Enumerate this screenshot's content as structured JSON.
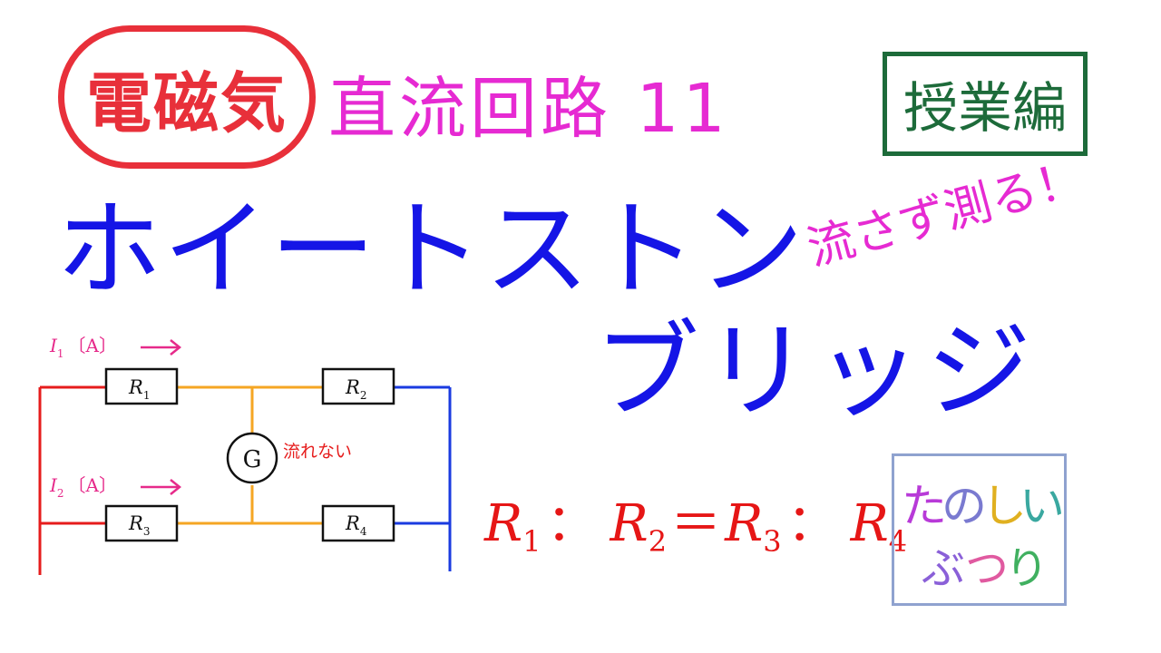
{
  "category": "電磁気",
  "series_title": "直流回路 11",
  "edition": "授業編",
  "main_title": {
    "line1": "ホイートストン",
    "line2": "ブリッジ"
  },
  "catchphrase": "流さず測る！",
  "circuit": {
    "resistors": [
      "R",
      "R",
      "R",
      "R"
    ],
    "resistor_subs": [
      "1",
      "2",
      "3",
      "4"
    ],
    "current_1": {
      "symbol": "I",
      "sub": "1",
      "unit": "〔A〕"
    },
    "current_2": {
      "symbol": "I",
      "sub": "2",
      "unit": "〔A〕"
    },
    "galvanometer": "G",
    "galvanometer_note": "流れない"
  },
  "formula": {
    "terms": [
      "R",
      "R",
      "R",
      "R"
    ],
    "subs": [
      "1",
      "2",
      "3",
      "4"
    ],
    "colon": "：",
    "equals": "＝"
  },
  "logo": {
    "line1": [
      "た",
      "の",
      "し",
      "い"
    ],
    "line2": [
      "ぶ",
      "つ",
      "り"
    ]
  },
  "colors": {
    "red": "#e8303a",
    "magenta": "#e62ad2",
    "green": "#1d6b3a",
    "blue": "#1515e6",
    "orange": "#f5a623",
    "wire_red": "#e61c1c",
    "wire_blue": "#1a3be0"
  }
}
